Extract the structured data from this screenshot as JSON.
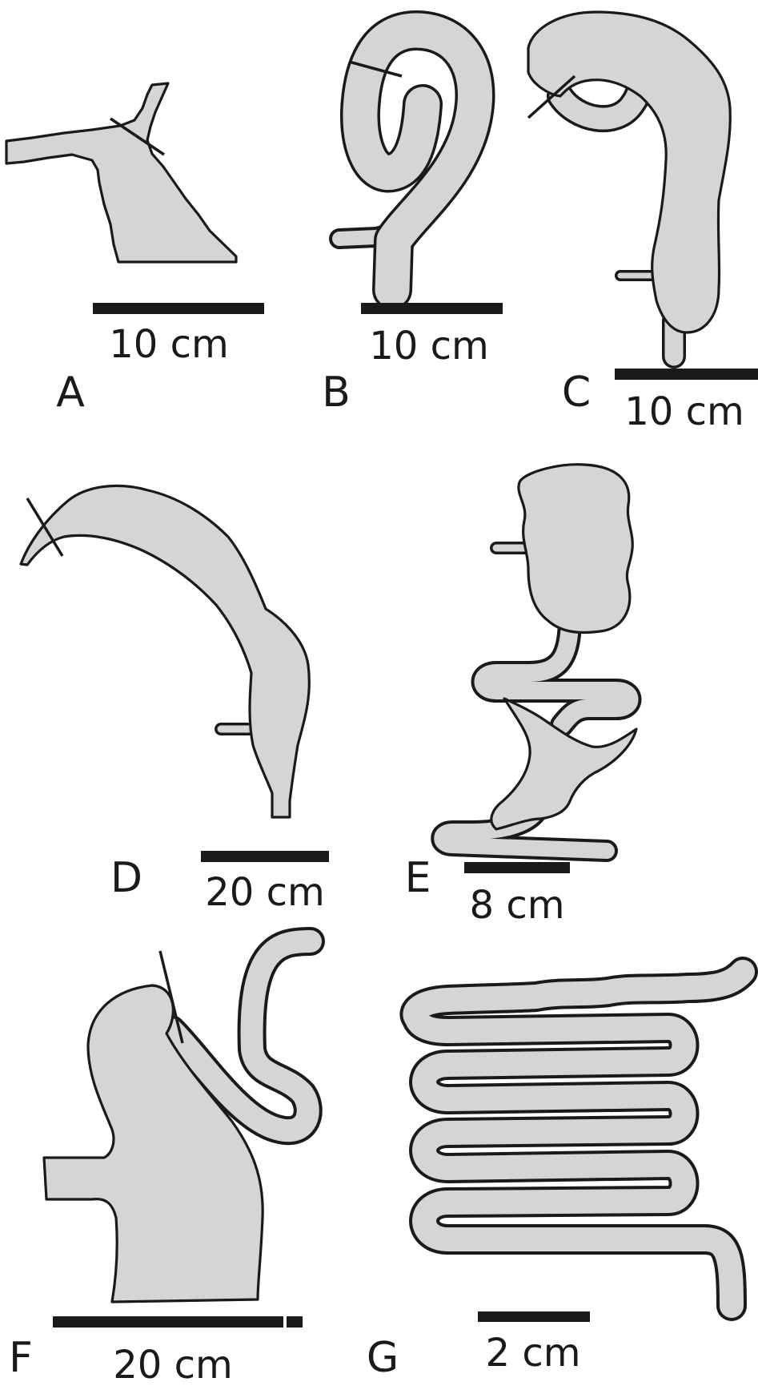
{
  "colors": {
    "organ_fill": "#d4d5d7",
    "outline": "#1a1a1a",
    "background": "#ffffff"
  },
  "panels": [
    {
      "letter": "A",
      "scale": "10 cm"
    },
    {
      "letter": "B",
      "scale": "10 cm"
    },
    {
      "letter": "C",
      "scale": "10 cm"
    },
    {
      "letter": "D",
      "scale": "20 cm"
    },
    {
      "letter": "E",
      "scale": "8 cm"
    },
    {
      "letter": "F",
      "scale": "20 cm"
    },
    {
      "letter": "G",
      "scale": "2 cm"
    }
  ]
}
